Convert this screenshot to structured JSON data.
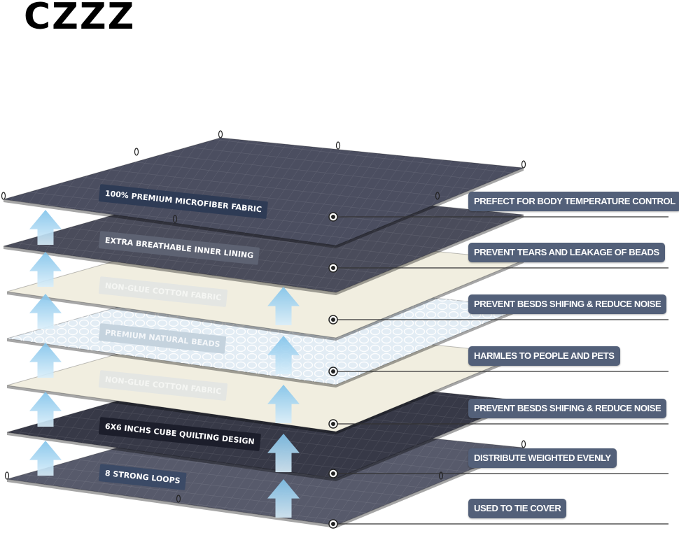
{
  "brand": "CZZZ",
  "layers": [
    {
      "label": "100% PREMIUM MICROFIBER FABRIC",
      "feature": "PREFECT FOR BODY TEMPERATURE CONTROL",
      "color": "#4b4e60",
      "label_bg": "#2e3b55",
      "label_fg": "#ffffff"
    },
    {
      "label": "EXTRA BREATHABLE INNER LINING",
      "feature": "PREVENT TEARS AND LEAKAGE OF BEADS",
      "color": "#4a4c5b",
      "label_bg": "#5d6272",
      "label_fg": "#ffffff"
    },
    {
      "label": "NON-GLUE COTTON FABRIC",
      "feature": "PREVENT BESDS SHIFING & REDUCE NOISE",
      "color": "#f1eee0",
      "label_bg": "#e4e6e3",
      "label_fg": "#f5f6f3"
    },
    {
      "label": "PREMIUM NATURAL BEADS",
      "feature": "HARMLES TO PEOPLE AND PETS",
      "color": "#e2ecf4",
      "label_bg": "#c5d3de",
      "label_fg": "#f4f7fa"
    },
    {
      "label": "NON-GLUE COTTON FABRIC",
      "feature": "PREVENT BESDS SHIFING & REDUCE NOISE",
      "color": "#f1eee0",
      "label_bg": "#e4e6e3",
      "label_fg": "#f5f6f3"
    },
    {
      "label": "6X6 INCHS CUBE QUILTING DESIGN",
      "feature": "DISTRIBUTE WEIGHTED EVENLY",
      "color": "#373947",
      "label_bg": "#1c1e2b",
      "label_fg": "#ffffff"
    },
    {
      "label": "8 STRONG LOOPS",
      "feature": "USED TO TIE COVER",
      "color": "#575a6b",
      "label_bg": "#3b4a66",
      "label_fg": "#ffffff"
    }
  ],
  "arrow_color": "#7fc2ea"
}
